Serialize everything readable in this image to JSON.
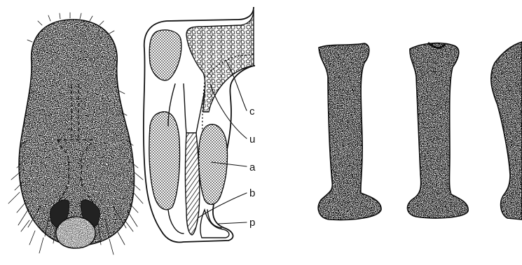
{
  "labels": {
    "c": "c",
    "u": "u",
    "a": "a",
    "b": "b",
    "p": "p"
  },
  "colors": {
    "ink": "#111111",
    "paper": "#ffffff"
  }
}
